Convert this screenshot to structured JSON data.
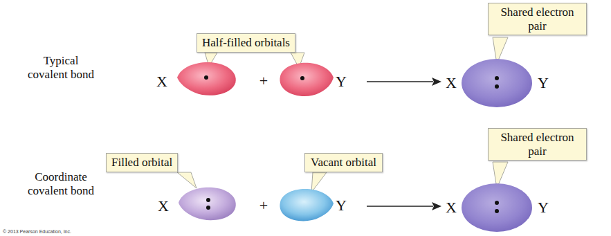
{
  "diagram": {
    "nodes": [
      {
        "text": [
          "Half-filled orbitals"
        ]
      },
      {
        "text": [
          "Shared electron pair"
        ]
      },
      {
        "text": [
          "Filled orbital"
        ]
      },
      {
        "text": [
          "Vacant orbital"
        ]
      },
      {
        "text": [
          "Shared electron pair"
        ]
      }
    ],
    "labels": [
      "Typical covalent bond",
      "X",
      "+",
      "Y",
      "X",
      "Y",
      "Coordinate covalent bond",
      "X",
      "+",
      "Y",
      "X",
      "Y",
      "© 2013 Pearson Education, Inc."
    ]
  }
}
